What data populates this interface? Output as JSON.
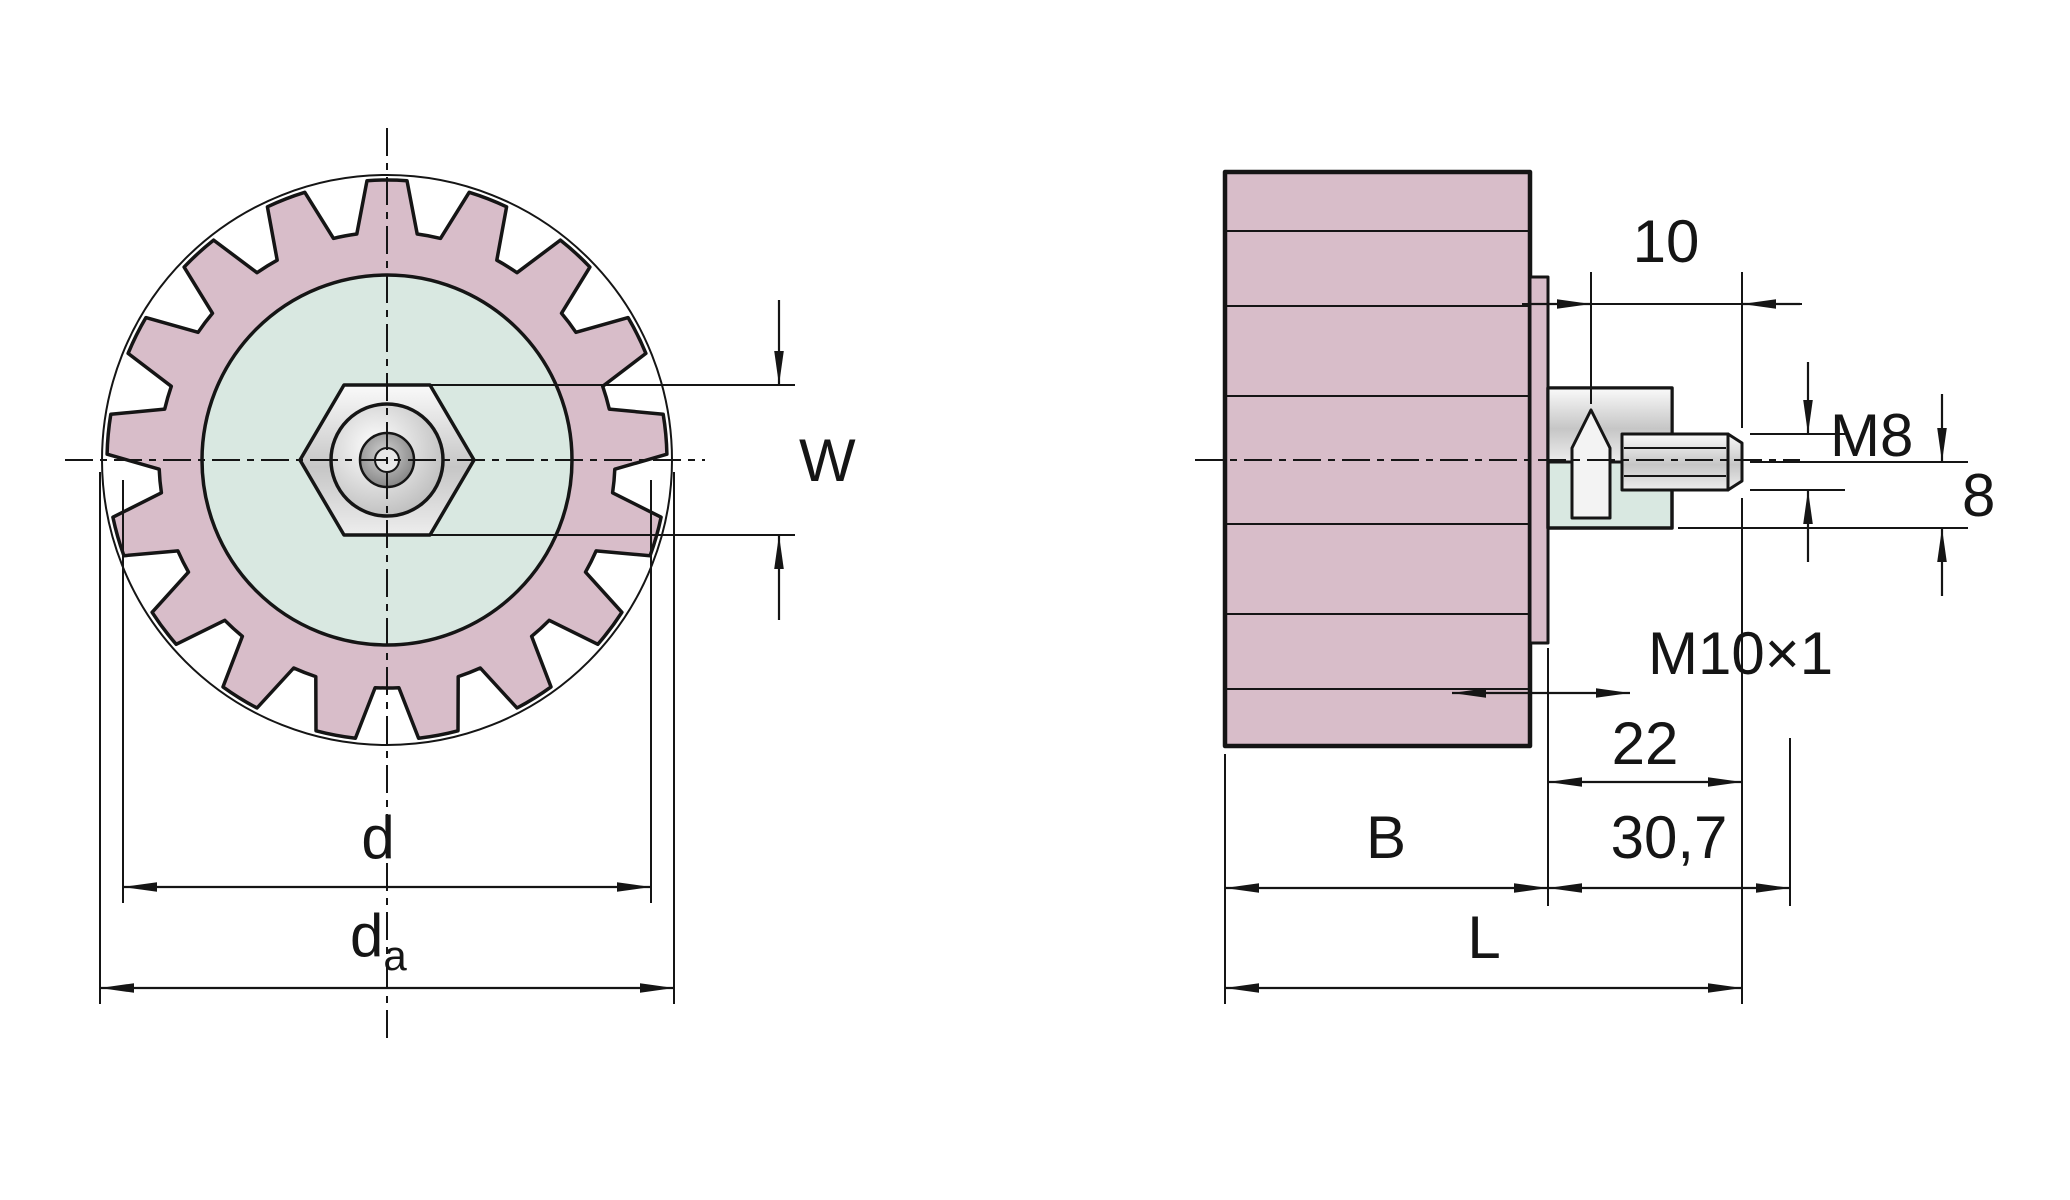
{
  "drawing": {
    "colors": {
      "line": "#151515",
      "gear_fill": "#d8bdc9",
      "hub_fill": "#d9e8e1"
    },
    "front_view": {
      "teeth": 17,
      "labels": {
        "w": "W",
        "d": "d",
        "da_base": "d",
        "da_sub": "a"
      }
    },
    "side_view": {
      "labels": {
        "ten": "10",
        "m8": "M8",
        "eight": "8",
        "m10x1": "M10×1",
        "twenty_two": "22",
        "b": "B",
        "thirty_point_seven": "30,7",
        "l": "L"
      }
    }
  }
}
